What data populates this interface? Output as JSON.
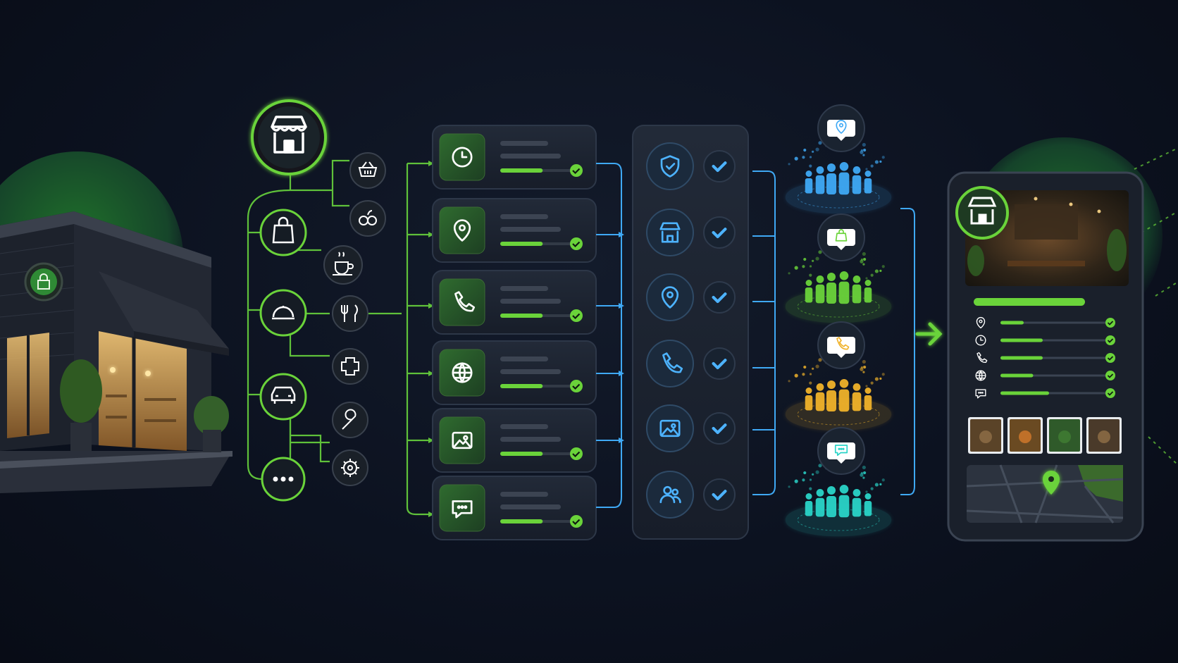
{
  "colors": {
    "background": "#0c1220",
    "green": "#6ad33a",
    "green_dark": "#2b6a2a",
    "blue": "#3fa9f5",
    "teal": "#2ad4c8",
    "gold": "#f0b22a",
    "card": "#1b2230",
    "card_border": "#2d3748"
  },
  "hub_icon": "storefront-icon",
  "categories": [
    {
      "icon": "shopping-bag-icon",
      "children": [
        "basket-icon",
        "produce-icon"
      ]
    },
    {
      "icon": "coffee-cup-icon",
      "children": []
    },
    {
      "icon": "food-service-cloche-icon",
      "children": [
        "fork-knife-icon"
      ]
    },
    {
      "icon": "medical-cross-icon",
      "children": []
    },
    {
      "icon": "car-icon",
      "children": [
        "wrench-icon",
        "gear-icon"
      ]
    },
    {
      "icon": "more-options-icon",
      "children": []
    }
  ],
  "listing_fields": [
    {
      "icon": "clock-icon",
      "progress": 0.65,
      "verified": true
    },
    {
      "icon": "location-pin-icon",
      "progress": 0.65,
      "verified": true
    },
    {
      "icon": "phone-icon",
      "progress": 0.65,
      "verified": true
    },
    {
      "icon": "globe-icon",
      "progress": 0.65,
      "verified": true
    },
    {
      "icon": "image-icon",
      "progress": 0.65,
      "verified": true
    },
    {
      "icon": "chat-bubble-icon",
      "progress": 0.65,
      "verified": true
    }
  ],
  "verification_checks": [
    {
      "icon": "shield-check-icon",
      "checked": true
    },
    {
      "icon": "storefront-icon",
      "checked": true
    },
    {
      "icon": "location-pin-icon",
      "checked": true
    },
    {
      "icon": "phone-icon",
      "checked": true
    },
    {
      "icon": "image-icon",
      "checked": true
    },
    {
      "icon": "users-icon",
      "checked": true
    }
  ],
  "audiences": [
    {
      "icon": "location-pin-icon",
      "color": "#3fa9f5"
    },
    {
      "icon": "shopping-bag-icon",
      "color": "#6ad33a"
    },
    {
      "icon": "phone-icon",
      "color": "#f0b22a"
    },
    {
      "icon": "chat-bubble-icon",
      "color": "#2ad4c8"
    }
  ],
  "profile": {
    "badge_icon": "storefront-icon",
    "rows": [
      {
        "icon": "location-pin-icon",
        "fill": 0.22,
        "verified": true
      },
      {
        "icon": "clock-icon",
        "fill": 0.4,
        "verified": true
      },
      {
        "icon": "phone-icon",
        "fill": 0.4,
        "verified": true
      },
      {
        "icon": "globe-icon",
        "fill": 0.31,
        "verified": true
      },
      {
        "icon": "chat-bubble-icon",
        "fill": 0.46,
        "verified": true
      }
    ],
    "gallery_count": 4,
    "map_icon": "map-pin-icon"
  }
}
